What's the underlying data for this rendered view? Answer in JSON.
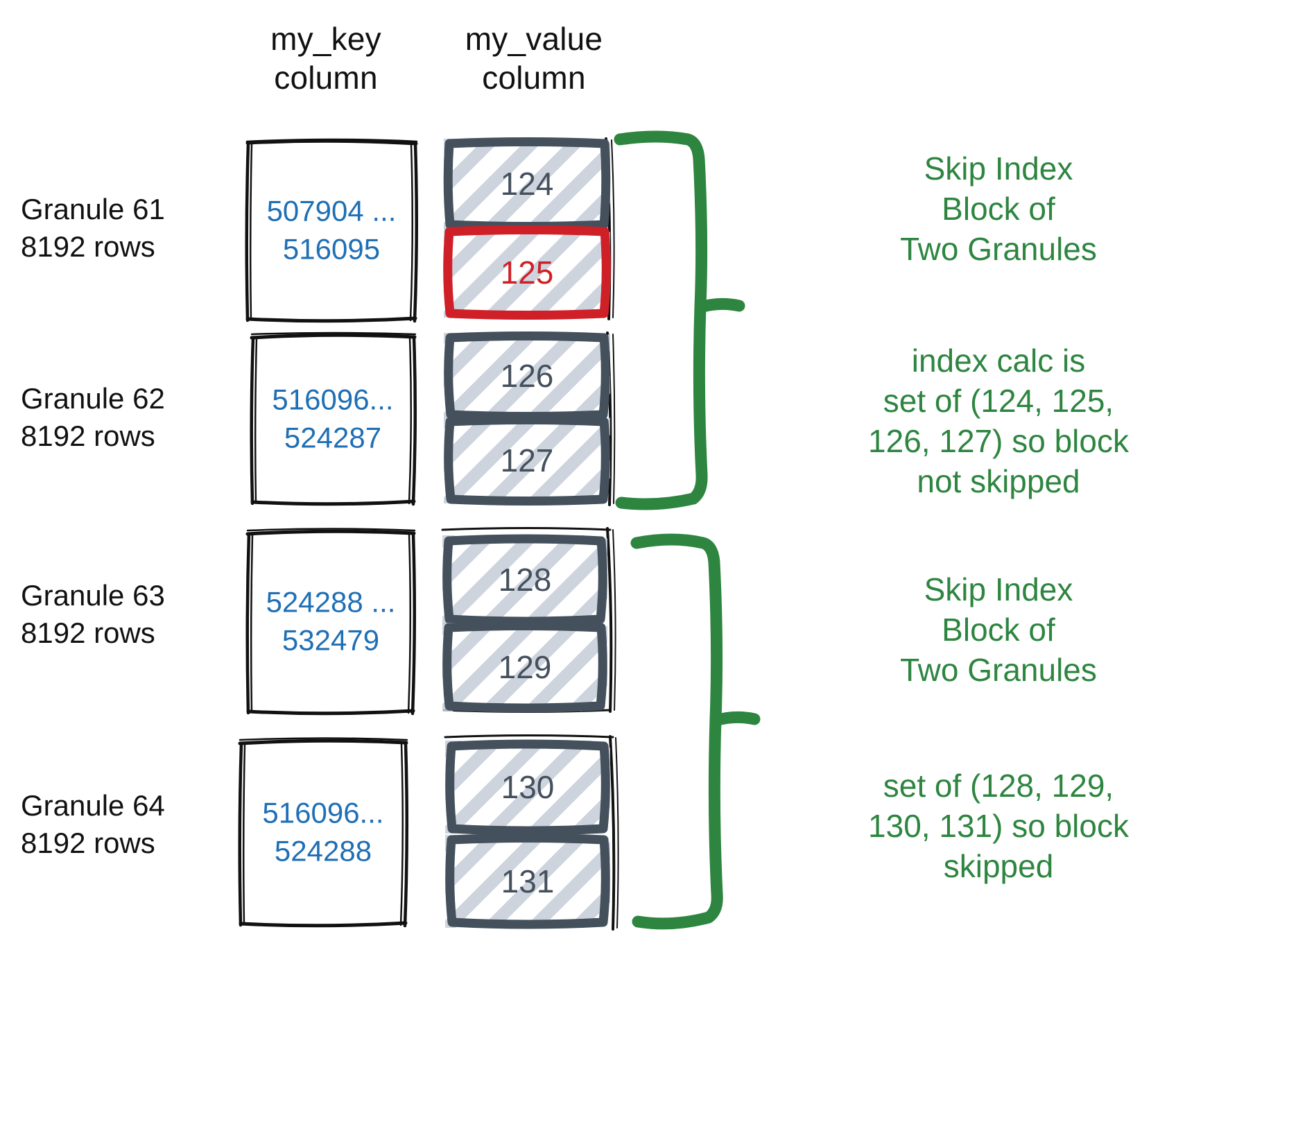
{
  "headers": {
    "key_column": "my_key\ncolumn",
    "value_column": "my_value\ncolumn"
  },
  "colors": {
    "key_text": "#1f6fb5",
    "value_text": "#44505c",
    "highlight_red": "#cf2027",
    "annotation_green": "#2d8540",
    "box_outline": "#111111",
    "value_box_outline": "#44505c",
    "hatch": "#c5ced8"
  },
  "rows": [
    {
      "label": "Granule 61\n8192 rows",
      "key_range": "507904 ...\n516095",
      "values": [
        {
          "text": "124",
          "highlight": false
        },
        {
          "text": "125",
          "highlight": true
        }
      ]
    },
    {
      "label": "Granule 62\n8192 rows",
      "key_range": "516096...\n524287",
      "values": [
        {
          "text": "126",
          "highlight": false
        },
        {
          "text": "127",
          "highlight": false
        }
      ]
    },
    {
      "label": "Granule 63\n8192 rows",
      "key_range": "524288 ...\n532479",
      "values": [
        {
          "text": "128",
          "highlight": false
        },
        {
          "text": "129",
          "highlight": false
        }
      ]
    },
    {
      "label": "Granule 64\n8192 rows",
      "key_range": "516096...\n524288",
      "values": [
        {
          "text": "130",
          "highlight": false
        },
        {
          "text": "131",
          "highlight": false
        }
      ]
    }
  ],
  "annotations": [
    {
      "text": "Skip Index\nBlock of\nTwo Granules"
    },
    {
      "text": "index calc is\nset of (124, 125,\n126, 127) so block\nnot skipped"
    },
    {
      "text": "Skip Index\nBlock of\nTwo Granules"
    },
    {
      "text": "set of (128, 129,\n130, 131) so block\nskipped"
    }
  ]
}
